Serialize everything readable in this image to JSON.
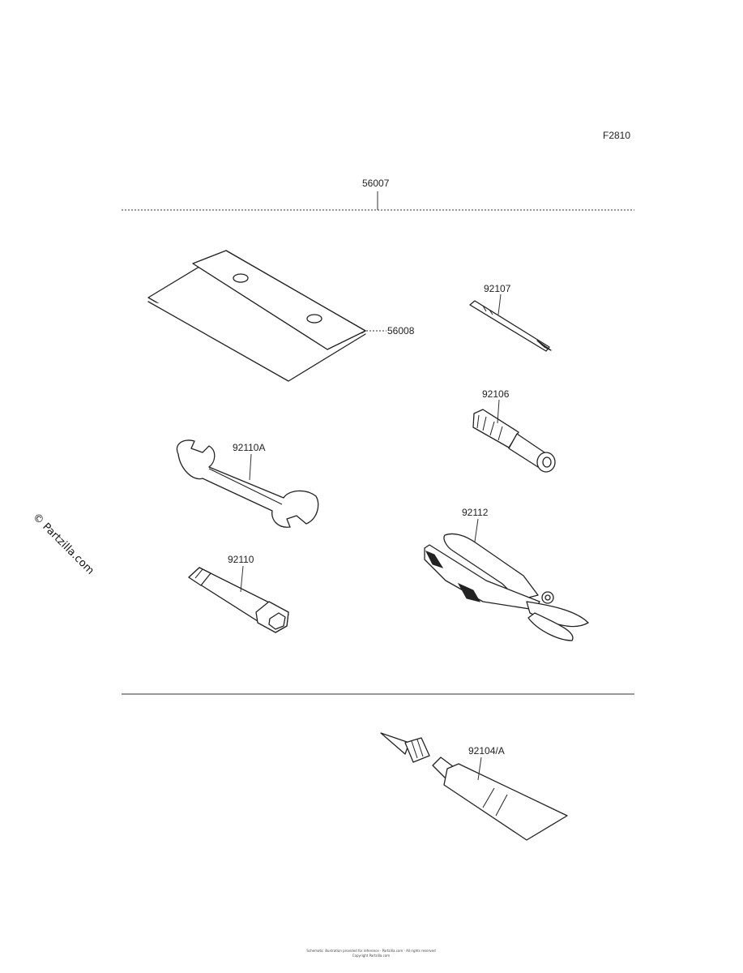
{
  "figure_code": "F2810",
  "kit_number": "56007",
  "parts": {
    "case": "56008",
    "screwdriver": "92107",
    "handle": "92106",
    "wrench": "92110A",
    "plug_wrench": "92110",
    "pliers": "92112",
    "glue": "92104/A"
  },
  "watermark": "© Partzilla.com",
  "footer": {
    "line1": "Schematic illustration provided for reference · Partzilla.com · All rights reserved",
    "line2": "Copyright Partzilla.com"
  }
}
